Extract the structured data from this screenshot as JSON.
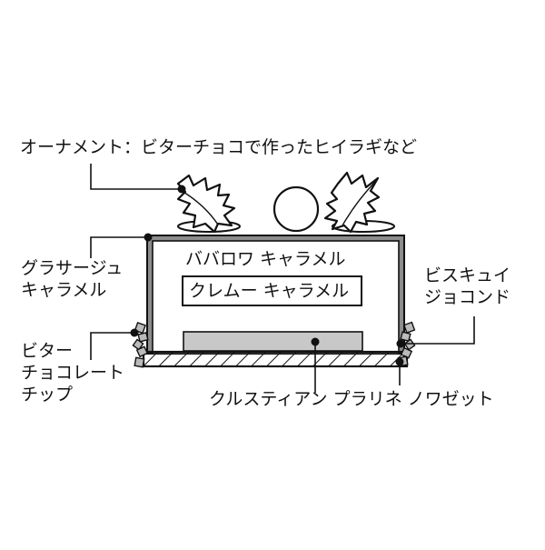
{
  "labels": {
    "ornament": "オーナメント：ビターチョコで作ったヒイラギなど",
    "glacage_line1": "グラサージュ",
    "glacage_line2": "キャラメル",
    "bavarois": "ババロワ キャラメル",
    "creme": "クレムー キャラメル",
    "biscuit_line1": "ビスキュイ",
    "biscuit_line2": "ジョコンド",
    "chips_line1": "ビター",
    "chips_line2": "チョコレート",
    "chips_line3": "チップ",
    "croustillant": "クルスティアン プラリネ ノワゼット"
  },
  "colors": {
    "ink": "#111111",
    "glaze_gray": "#8c8c8c",
    "insert_gray": "#c8c8c8",
    "chip_gray": "#bbbbbb"
  }
}
